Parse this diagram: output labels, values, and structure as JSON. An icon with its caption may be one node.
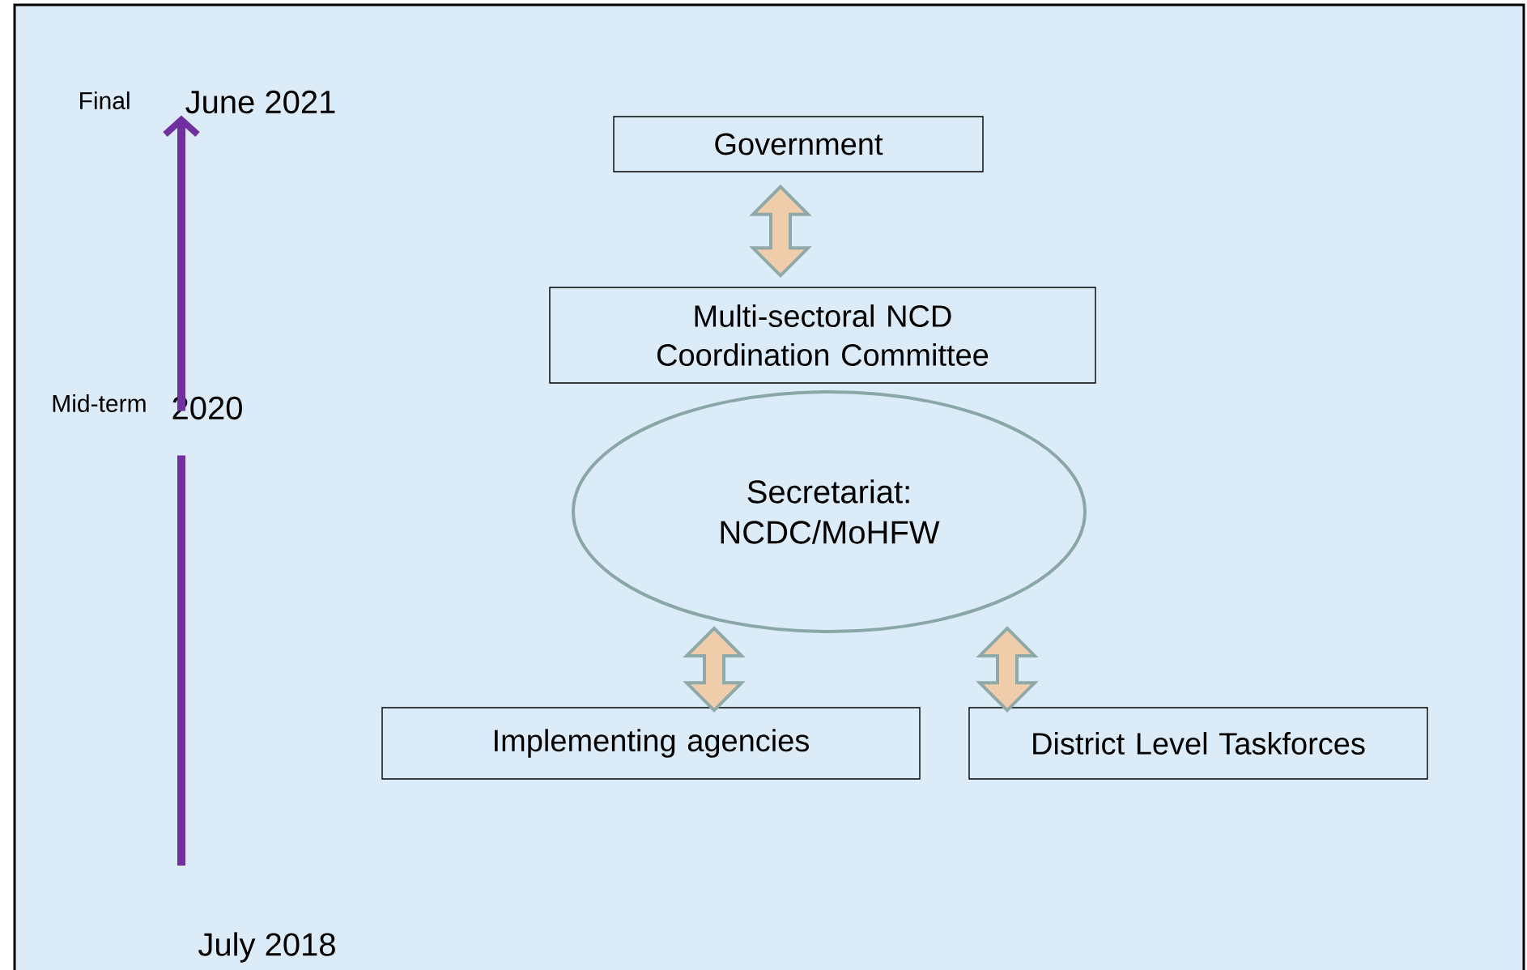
{
  "diagram": {
    "nodes": [
      {
        "text": [
          "June 2021"
        ],
        "beside": [
          "Final"
        ]
      },
      {
        "text": [
          "Government"
        ]
      },
      {
        "text": [
          "Multi-sectoral NCD Coordination Committee"
        ]
      },
      {
        "text": [
          "2020"
        ],
        "beside": [
          "Mid-term"
        ]
      },
      {
        "text": [
          "Secretariat: NCDC/MoHFW"
        ]
      },
      {
        "text": [
          "Implementing agencies"
        ]
      },
      {
        "text": [
          "District Level Taskforces"
        ]
      },
      {
        "text": [
          "July 2018"
        ]
      }
    ],
    "edges": [
      {
        "from": 1,
        "to": 2,
        "arrow": "both"
      },
      {
        "from": 4,
        "to": 5,
        "arrow": "both"
      },
      {
        "from": 4,
        "to": 6,
        "arrow": "both"
      },
      {
        "from": 7,
        "to": 3,
        "arrow": "none",
        "color": "#7030a0"
      },
      {
        "from": 3,
        "to": 0,
        "arrow": "to",
        "color": "#7030a0"
      }
    ]
  }
}
